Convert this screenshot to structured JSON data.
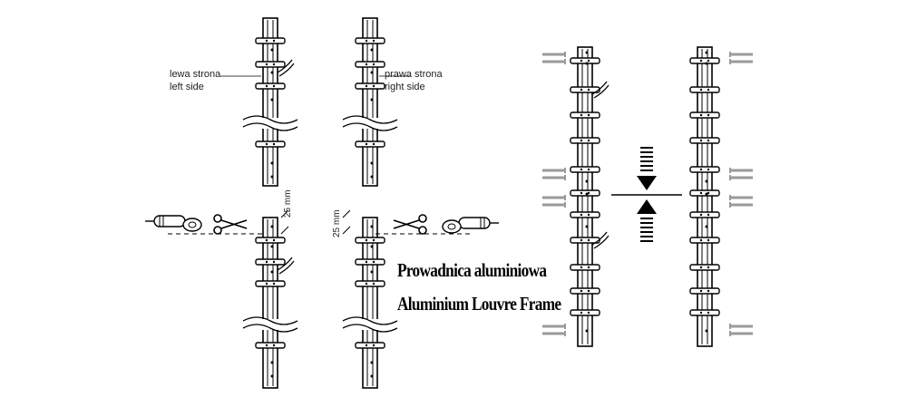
{
  "labels": {
    "left_side_pl": "lewa strona",
    "left_side_en": "left side",
    "right_side_pl": "prawa strona",
    "right_side_en": "right side",
    "dim_right_cut": "25 mm",
    "dim_left_cut": "25 mm"
  },
  "title": {
    "line1": "Prowadnica aluminiowa",
    "line2": "Aluminium Louvre Frame"
  },
  "icons": {
    "tool_left": "angle-grinder-icon",
    "tool_right": "angle-grinder-icon",
    "scissors": "scissors-icon",
    "screws": "screw-icon",
    "arrows": "compress-arrows-icon"
  },
  "colors": {
    "ink": "#000000",
    "screw": "#9a9a9a"
  }
}
